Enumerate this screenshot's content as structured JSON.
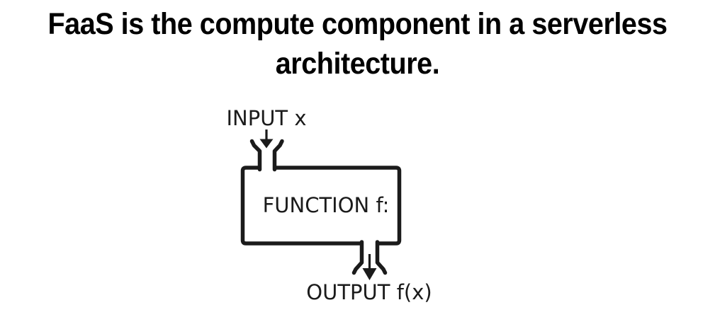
{
  "title": {
    "line1": "FaaS is the compute component in a serverless",
    "line2": "architecture."
  },
  "diagram": {
    "input_label": "INPUT x",
    "function_label": "FUNCTION f:",
    "output_label": "OUTPUT f(x)"
  },
  "colors": {
    "background": "#ffffff",
    "title_text": "#000000",
    "diagram_ink": "#1b1b1b"
  }
}
